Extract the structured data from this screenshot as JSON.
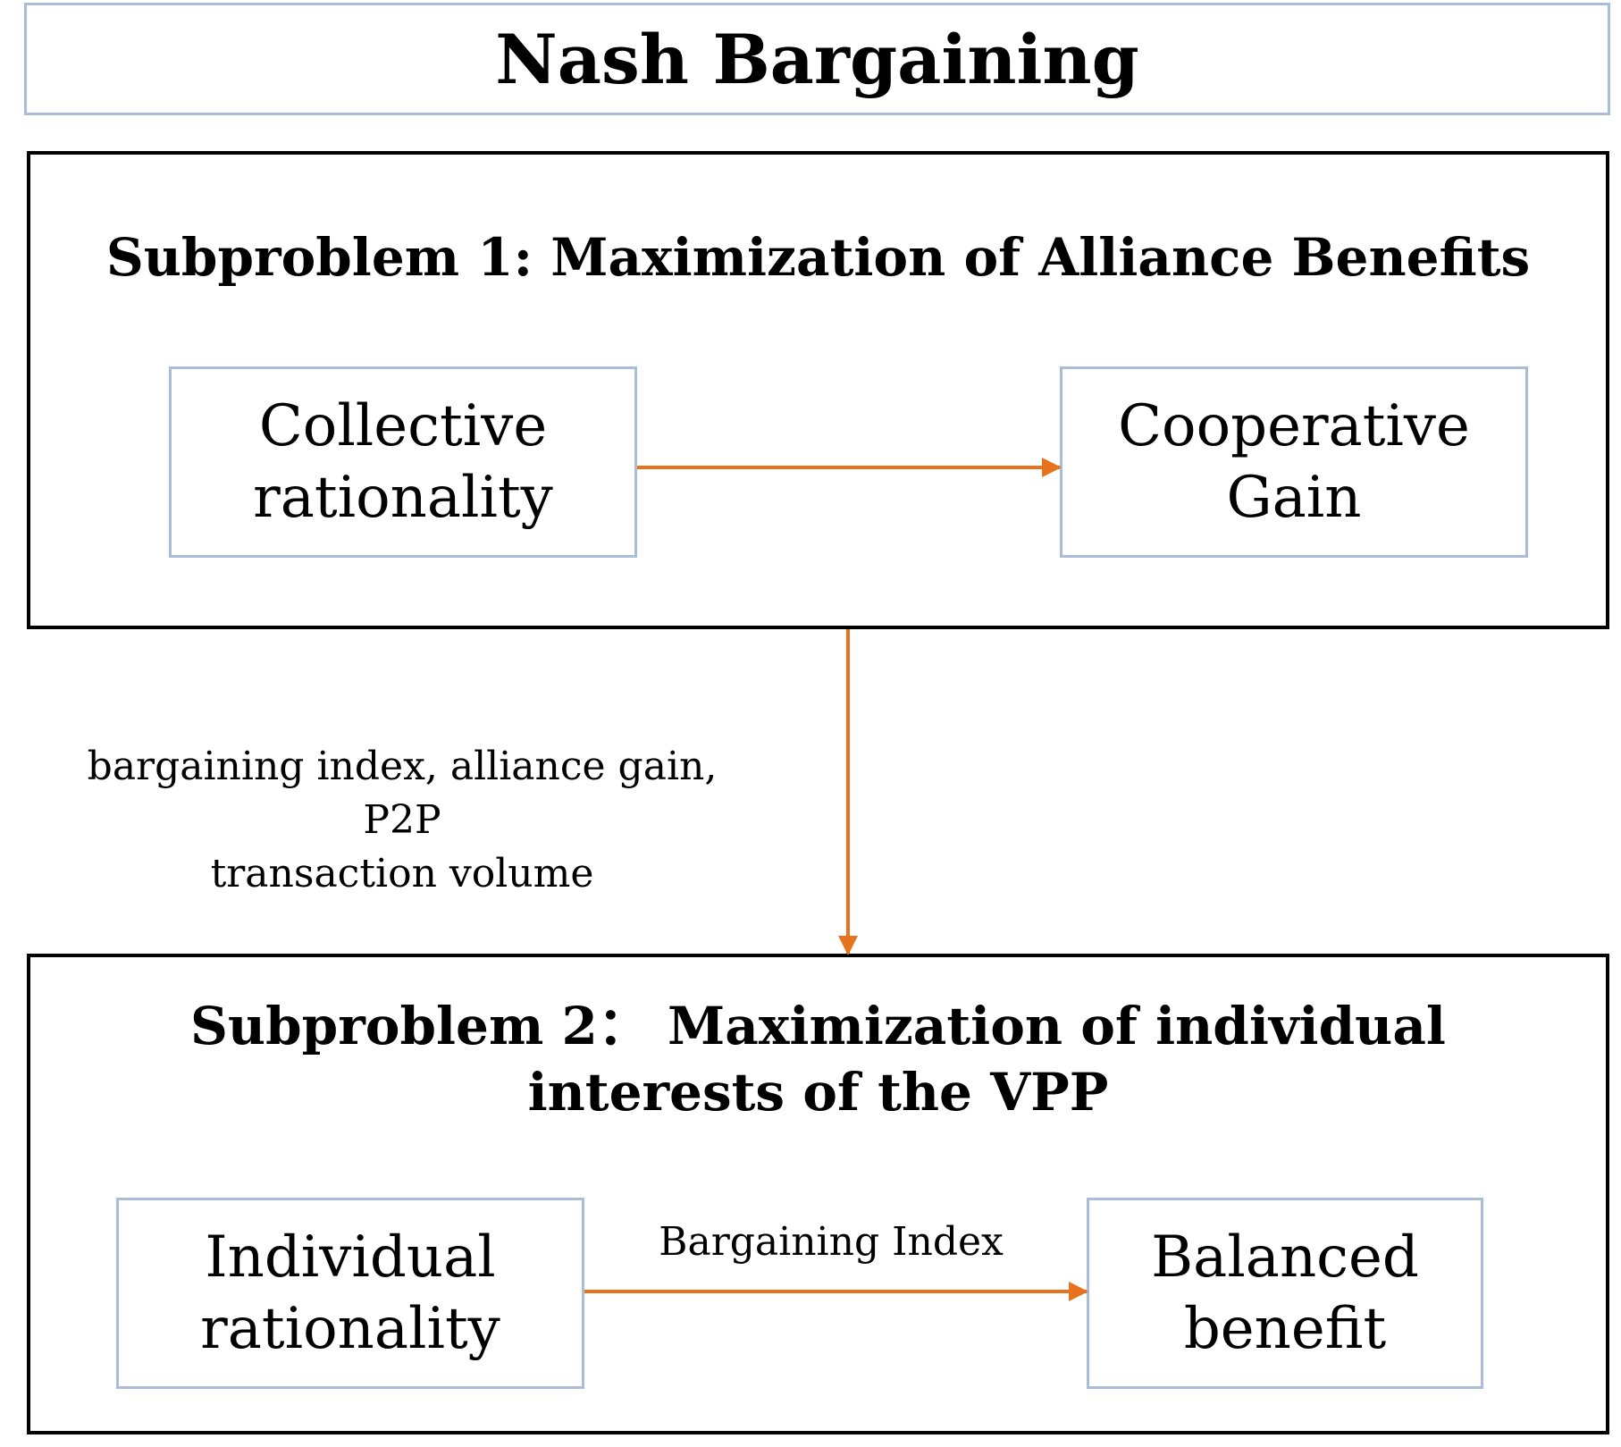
{
  "title": "Nash Bargaining",
  "subproblem1": {
    "title": "Subproblem 1: Maximization of Alliance Benefits",
    "left_node": [
      "Collective",
      "rationality"
    ],
    "right_node": [
      "Cooperative",
      "Gain"
    ]
  },
  "connector": {
    "label": [
      "bargaining index, alliance gain, P2P",
      "transaction volume"
    ]
  },
  "subproblem2": {
    "title": "Subproblem 2： Maximization of individual interests of the VPP",
    "left_node": [
      "Individual",
      "rationality"
    ],
    "edge_label": "Bargaining Index",
    "right_node": [
      "Balanced",
      "benefit"
    ]
  },
  "colors": {
    "arrow": "#e8731e",
    "node_border": "#a9bcd8",
    "panel_border": "#000000"
  }
}
